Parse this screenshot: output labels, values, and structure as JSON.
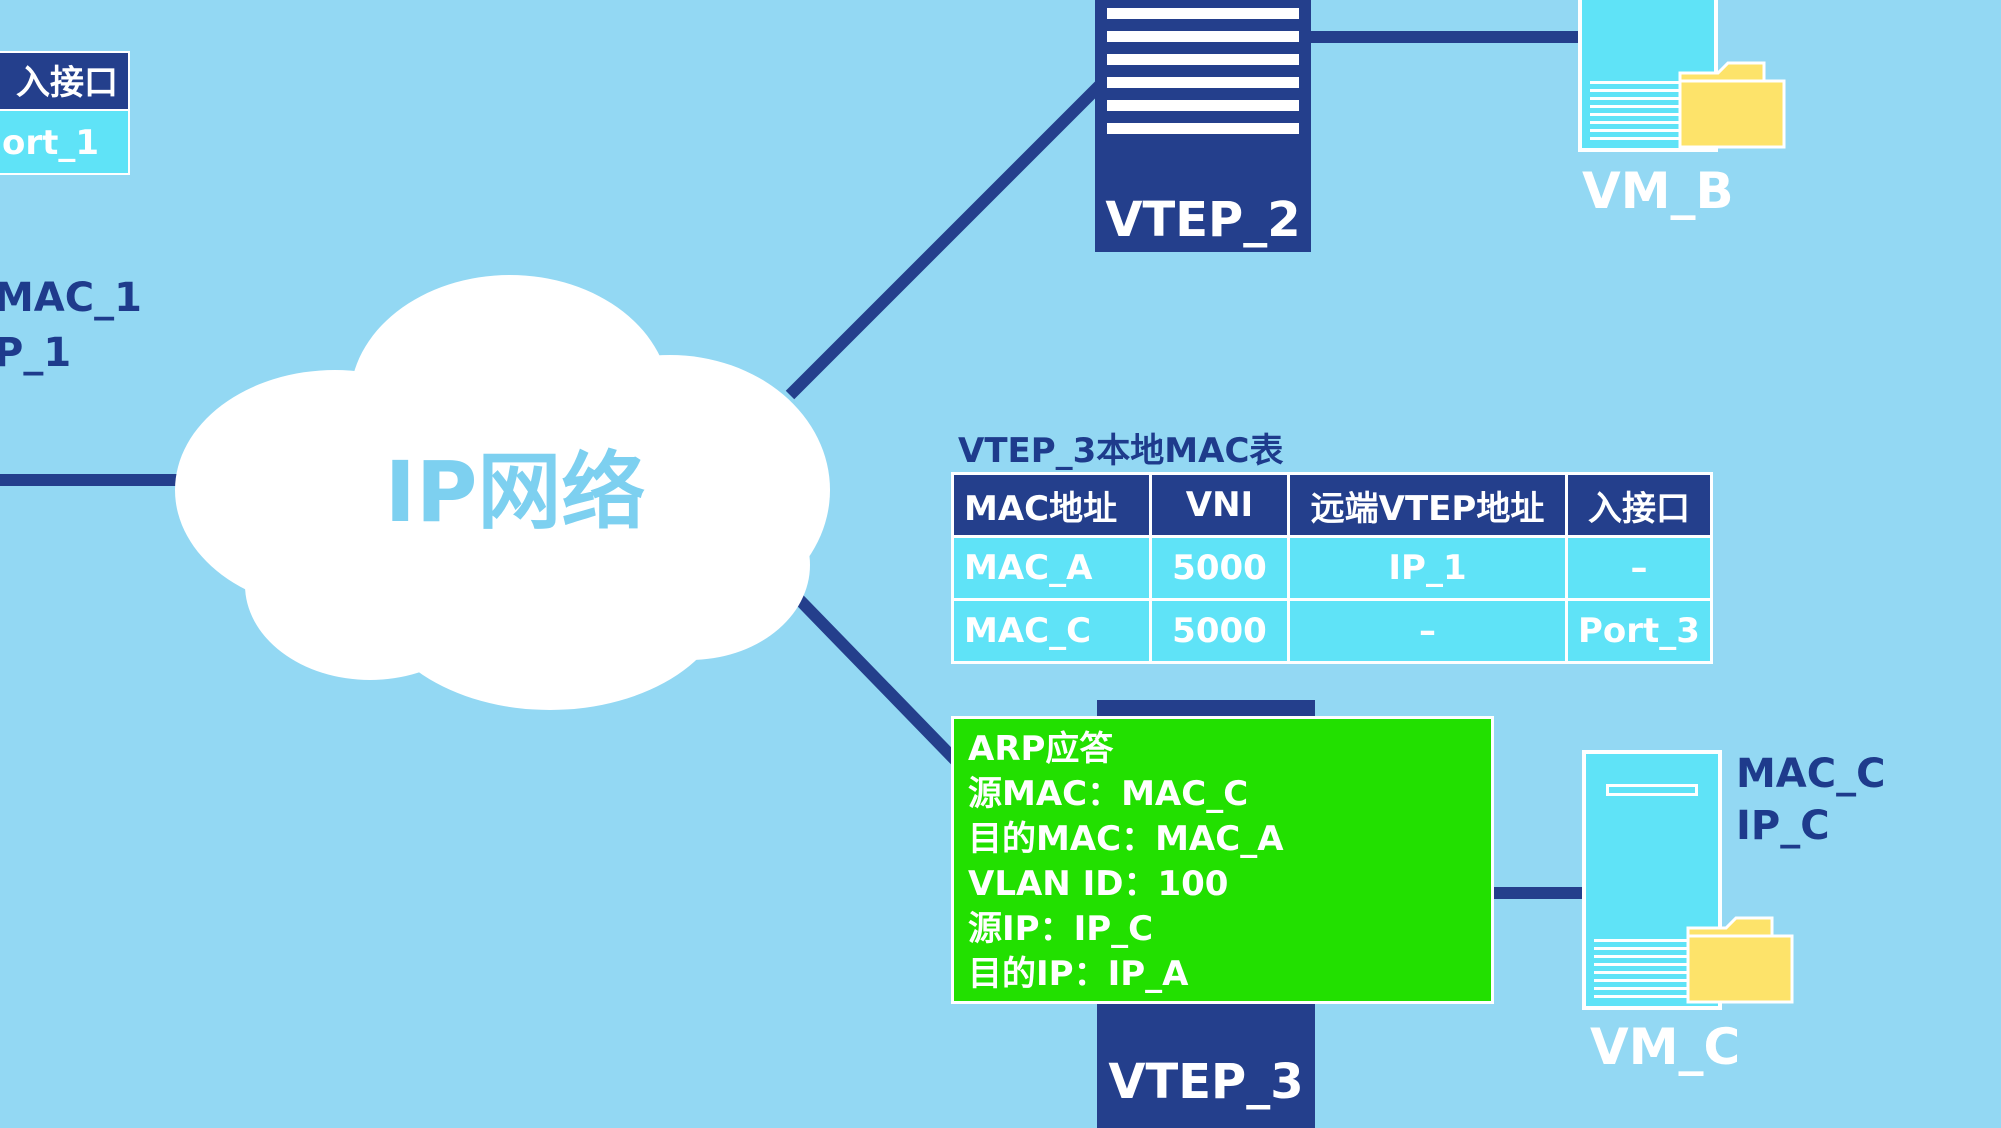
{
  "left_table": {
    "header": "入接口",
    "cell": "ort_1"
  },
  "left_meta": {
    "mac": "MAC_1",
    "ip": "P_1"
  },
  "cloud": {
    "label": "IP网络"
  },
  "vtep2": {
    "label": "VTEP_2"
  },
  "vtep3": {
    "label": "VTEP_3"
  },
  "vm_b": {
    "label": "VM_B"
  },
  "vm_c": {
    "label": "VM_C",
    "mac": "MAC_C",
    "ip": "IP_C"
  },
  "mac_table": {
    "title": "VTEP_3本地MAC表",
    "headers": [
      "MAC地址",
      "VNI",
      "远端VTEP地址",
      "入接口"
    ],
    "rows": [
      [
        "MAC_A",
        "5000",
        "IP_1",
        "–"
      ],
      [
        "MAC_C",
        "5000",
        "–",
        "Port_3"
      ]
    ]
  },
  "arp_reply": {
    "lines": [
      "ARP应答",
      "源MAC：MAC_C",
      "目的MAC：MAC_A",
      "VLAN ID：100",
      "源IP：IP_C",
      "目的IP：IP_A"
    ]
  },
  "colors": {
    "background": "#93d8f3",
    "dark_blue": "#243f8c",
    "cyan": "#5fe3f7",
    "green": "#22e000",
    "folder": "#fde36a"
  }
}
